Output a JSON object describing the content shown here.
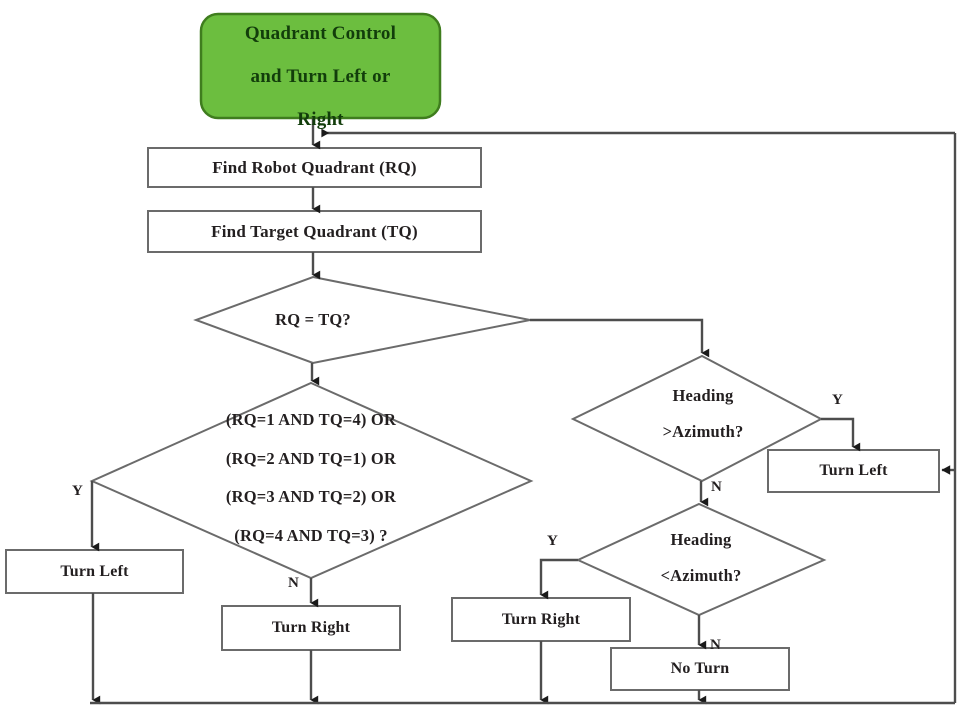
{
  "diagram": {
    "title": "Quadrant Control and Turn Left or Right flowchart",
    "colors": {
      "start_fill": "#6cbe3f",
      "start_border": "#3f7d1e",
      "start_text": "#123d0b",
      "box_fill": "#ffffff",
      "box_border": "#6b6b6b",
      "line": "#4d4d4d",
      "arrow": "#1a1a1a",
      "text": "#231f20",
      "background": "#ffffff"
    },
    "nodes": {
      "start": {
        "type": "terminator",
        "label": "Quadrant Control and Turn Left or Right",
        "line1": "Quadrant Control",
        "line2": "and Turn Left or",
        "line3": "Right"
      },
      "find_robot_quadrant": {
        "type": "process",
        "label": "Find Robot Quadrant (RQ)"
      },
      "find_target_quadrant": {
        "type": "process",
        "label": "Find Target Quadrant (TQ)"
      },
      "rq_eq_tq": {
        "type": "decision",
        "label": "RQ = TQ?"
      },
      "quadrant_pairs": {
        "type": "decision",
        "line1": "(RQ=1 AND TQ=4) OR",
        "line2": "(RQ=2 AND TQ=1) OR",
        "line3": "(RQ=3 AND TQ=2) OR",
        "line4": "(RQ=4 AND TQ=3) ?",
        "label": "(RQ=1 AND TQ=4) OR (RQ=2 AND TQ=1) OR (RQ=3 AND TQ=2) OR (RQ=4 AND TQ=3) ?"
      },
      "heading_gt_azimuth": {
        "type": "decision",
        "line1": "Heading",
        "line2": ">Azimuth?",
        "label": "Heading >Azimuth?"
      },
      "heading_lt_azimuth": {
        "type": "decision",
        "line1": "Heading",
        "line2": "<Azimuth?",
        "label": "Heading <Azimuth?"
      },
      "turn_left_left": {
        "type": "process",
        "label": "Turn Left"
      },
      "turn_right_center": {
        "type": "process",
        "label": "Turn Right"
      },
      "turn_left_right": {
        "type": "process",
        "label": "Turn Left"
      },
      "turn_right_right": {
        "type": "process",
        "label": "Turn Right"
      },
      "no_turn": {
        "type": "process",
        "label": "No Turn"
      }
    },
    "branch_labels": {
      "rq_eq_tq_no_right": "",
      "pairs_yes": "Y",
      "pairs_no": "N",
      "heading_gt_yes": "Y",
      "heading_gt_no": "N",
      "heading_lt_yes": "Y",
      "heading_lt_no": "N"
    }
  }
}
